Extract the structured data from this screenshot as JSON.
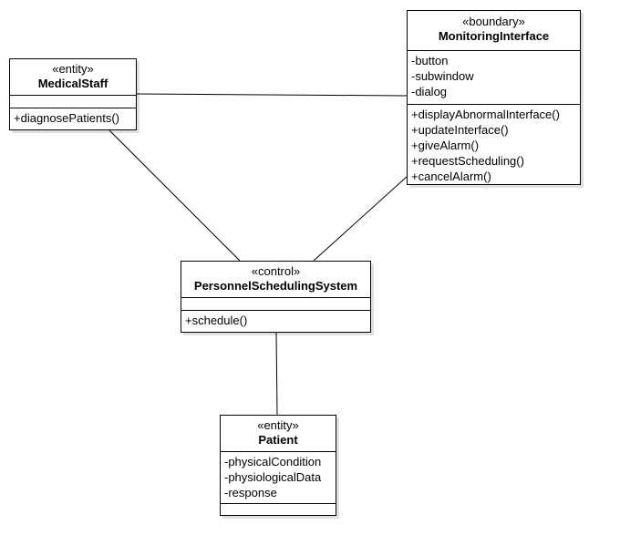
{
  "classes": {
    "medical_staff": {
      "stereotype": "«entity»",
      "name": "MedicalStaff",
      "attributes": [],
      "operations": [
        "+diagnosePatients()"
      ]
    },
    "monitoring_interface": {
      "stereotype": "«boundary»",
      "name": "MonitoringInterface",
      "attributes": [
        "-button",
        "-subwindow",
        "-dialog"
      ],
      "operations": [
        "+displayAbnormalInterface()",
        "+updateInterface()",
        "+giveAlarm()",
        "+requestScheduling()",
        "+cancelAlarm()"
      ]
    },
    "personnel_scheduling_system": {
      "stereotype": "«control»",
      "name": "PersonnelSchedulingSystem",
      "attributes": [],
      "operations": [
        "+schedule()"
      ]
    },
    "patient": {
      "stereotype": "«entity»",
      "name": "Patient",
      "attributes": [
        "-physicalCondition",
        "-physiologicalData",
        "-response"
      ],
      "operations": []
    }
  },
  "associations": [
    {
      "from": "MedicalStaff",
      "to": "MonitoringInterface"
    },
    {
      "from": "MedicalStaff",
      "to": "PersonnelSchedulingSystem"
    },
    {
      "from": "MonitoringInterface",
      "to": "PersonnelSchedulingSystem"
    },
    {
      "from": "PersonnelSchedulingSystem",
      "to": "Patient"
    }
  ]
}
